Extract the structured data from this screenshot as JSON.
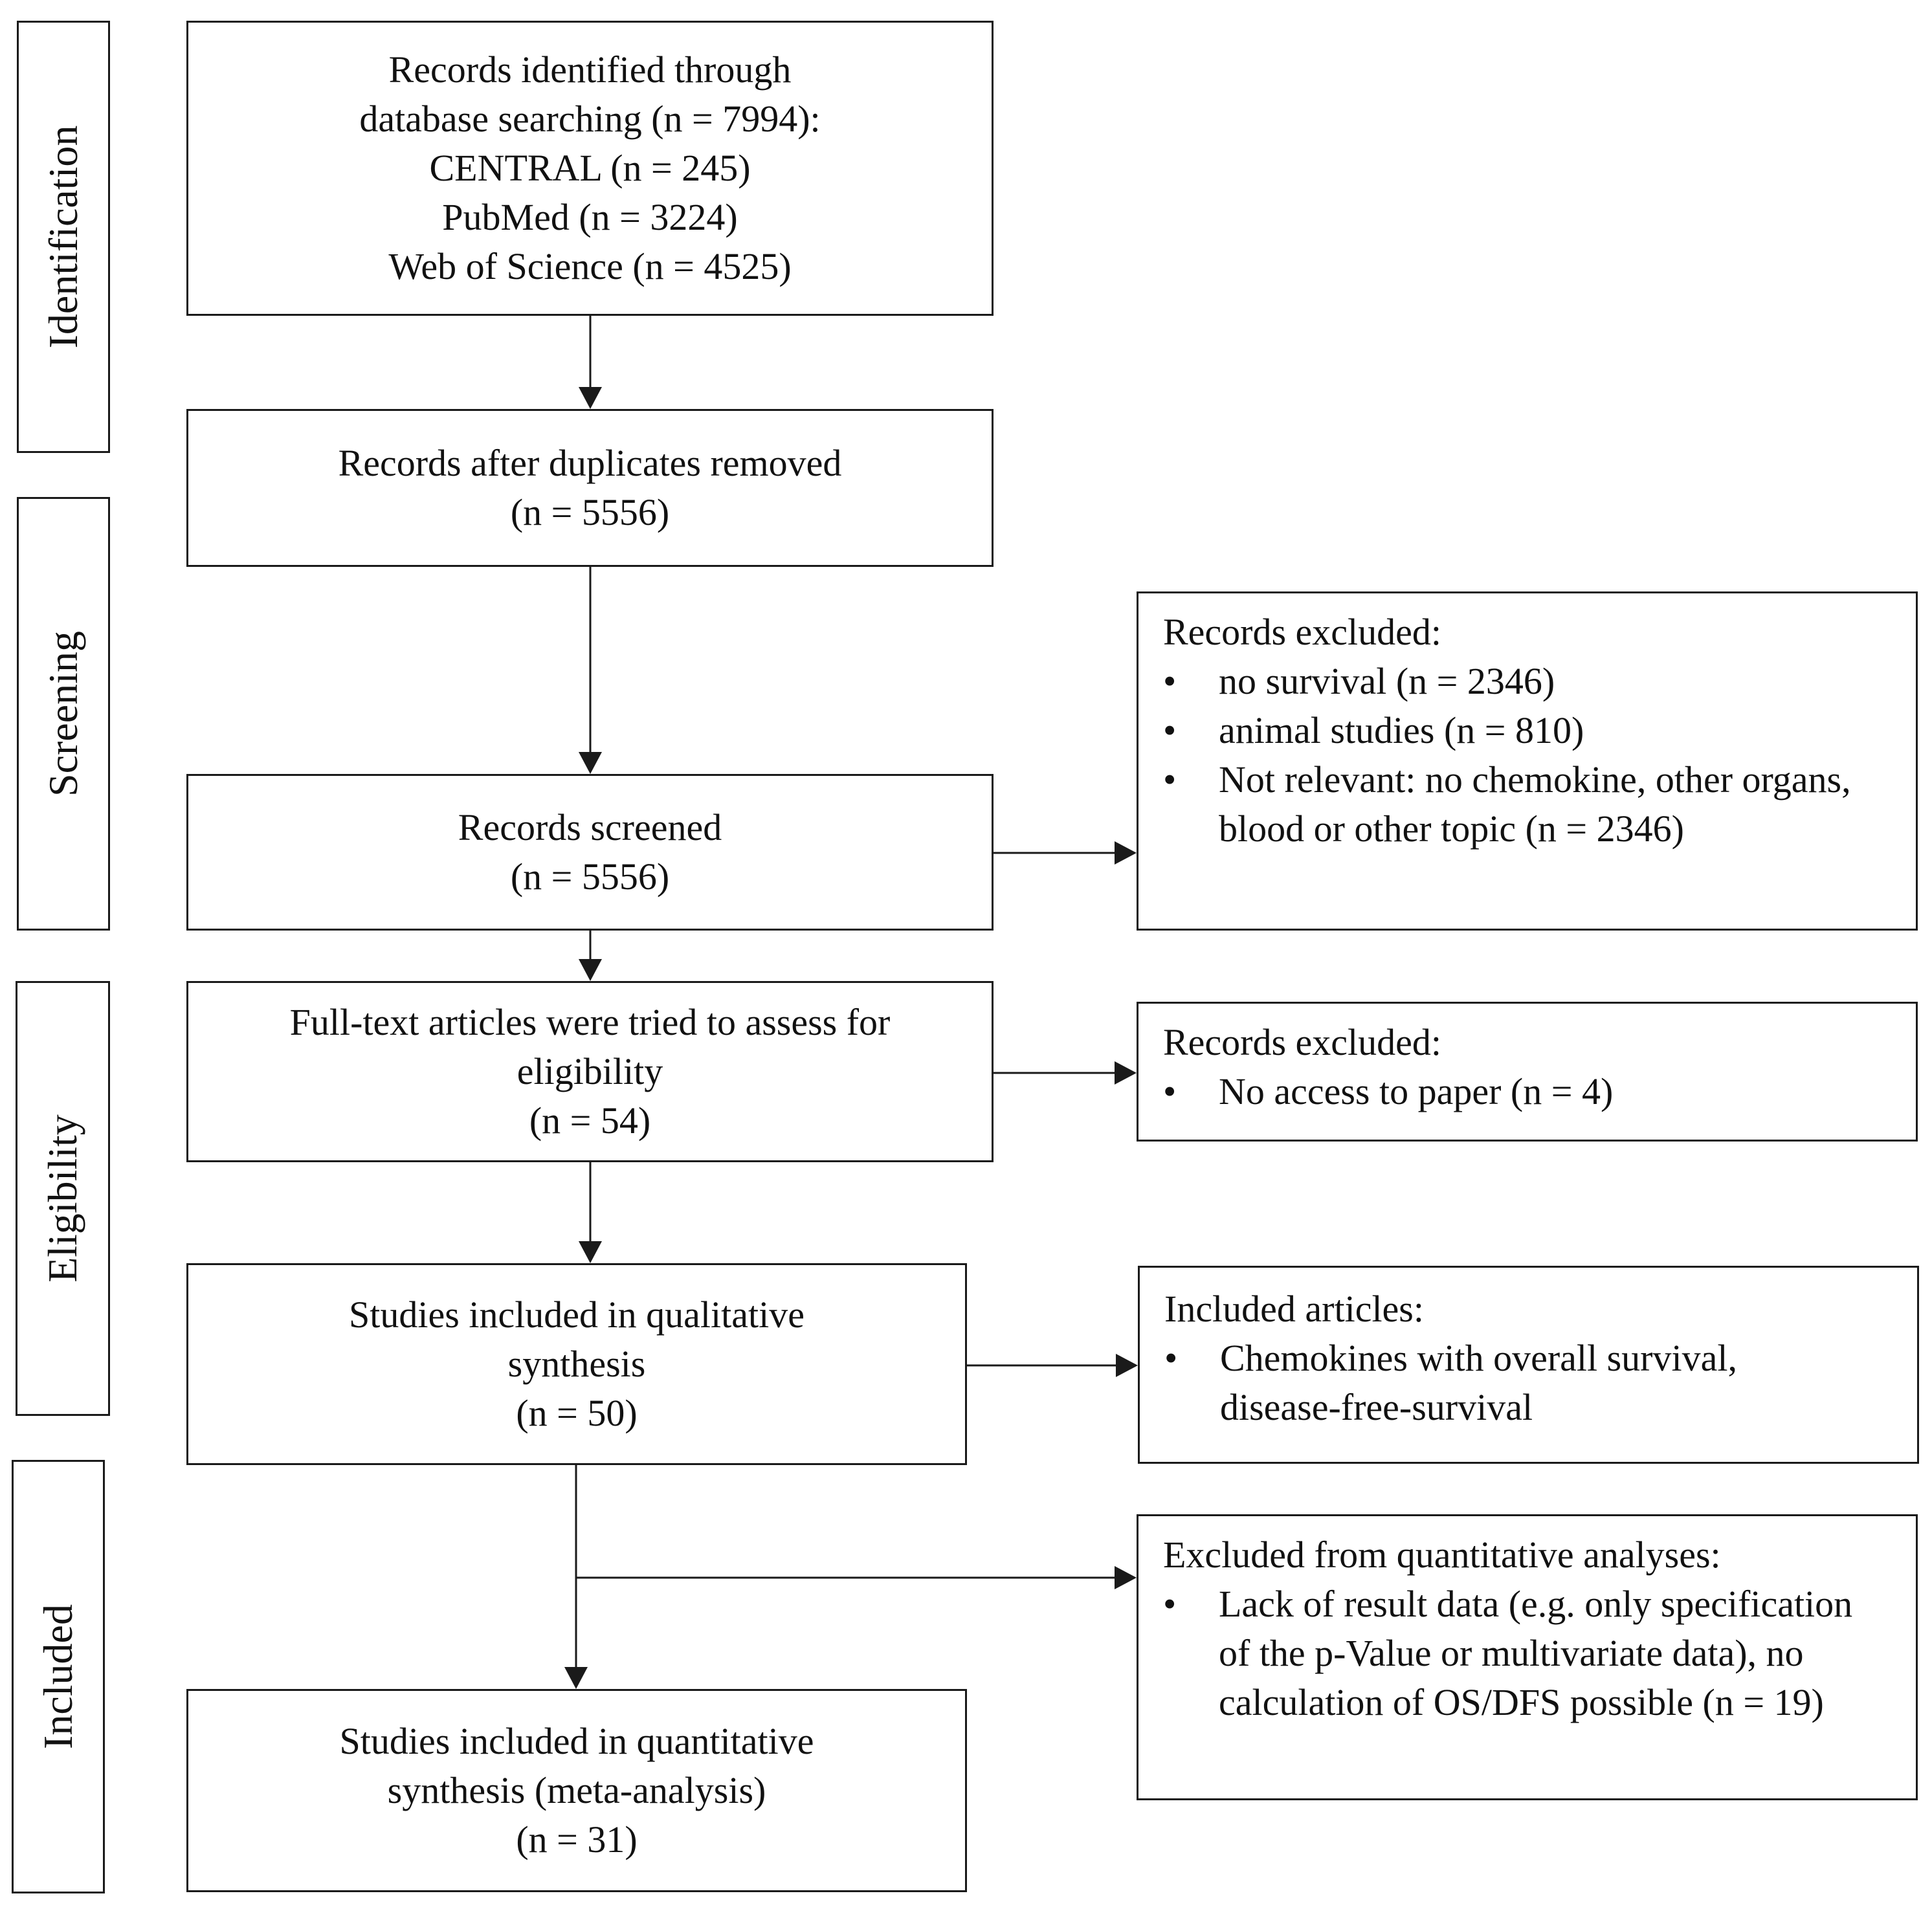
{
  "stages": {
    "identification": "Identification",
    "screening": "Screening",
    "eligibility": "Eligibility",
    "included": "Included"
  },
  "boxes": {
    "identified": {
      "lines": [
        "Records identified through",
        "database searching (n = 7994):",
        "CENTRAL (n = 245)",
        "PubMed (n = 3224)",
        "Web of Science (n = 4525)"
      ]
    },
    "duplicates_removed": {
      "lines": [
        "Records after duplicates removed",
        "(n = 5556)"
      ]
    },
    "screened": {
      "lines": [
        "Records screened",
        "(n = 5556)"
      ]
    },
    "fulltext": {
      "lines": [
        "Full-text articles were tried to assess for",
        "eligibility",
        "(n = 54)"
      ]
    },
    "qualitative": {
      "lines": [
        "Studies included in qualitative",
        "synthesis",
        "(n = 50)"
      ]
    },
    "quantitative": {
      "lines": [
        "Studies included in quantitative",
        "synthesis (meta-analysis)",
        "(n = 31)"
      ]
    }
  },
  "side_boxes": {
    "screen_excluded": {
      "heading": "Records excluded:",
      "items": [
        "no survival (n = 2346)",
        "animal studies (n = 810)",
        "Not relevant: no chemokine, other organs, blood or other topic (n = 2346)"
      ]
    },
    "fulltext_excluded": {
      "heading": "Records excluded:",
      "items": [
        "No access to paper (n = 4)"
      ]
    },
    "included_articles": {
      "heading": "Included articles:",
      "items": [
        "Chemokines with overall survival, disease-free-survival"
      ]
    },
    "quant_excluded": {
      "heading": "Excluded from quantitative analyses:",
      "items": [
        "Lack of result data (e.g. only specification of the p-Value or multivariate data), no calculation of OS/DFS possible (n = 19)"
      ]
    }
  },
  "bullet": "•"
}
